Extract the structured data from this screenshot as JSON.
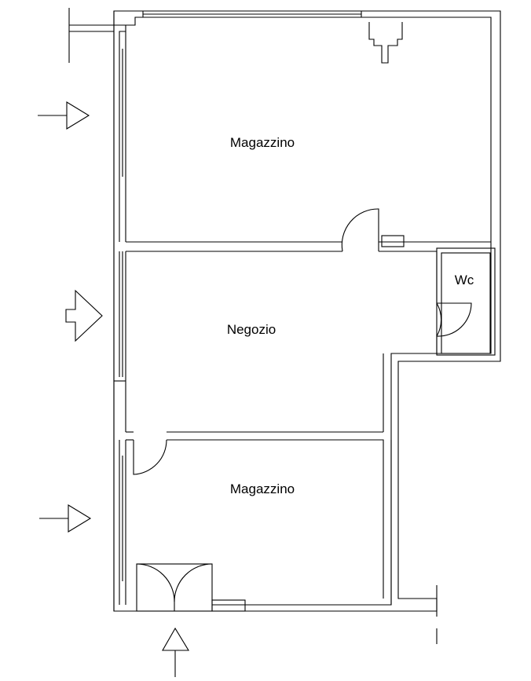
{
  "rooms": {
    "storage_top": "Magazzino",
    "shop": "Negozio",
    "wc": "Wc",
    "storage_bottom": "Magazzino"
  },
  "colors": {
    "line": "#000000",
    "background": "#ffffff"
  }
}
